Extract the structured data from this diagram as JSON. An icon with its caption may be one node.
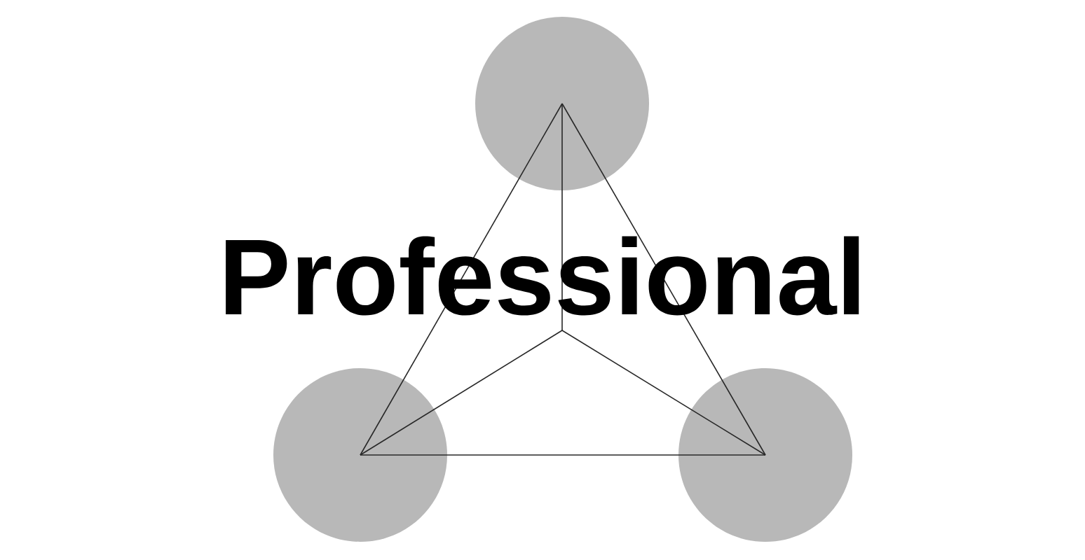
{
  "diagram": {
    "nodes": [
      {
        "text": [],
        "shape": "circle"
      },
      {
        "text": [],
        "shape": "circle"
      },
      {
        "text": [],
        "shape": "circle"
      },
      {
        "text": [],
        "shape": "point"
      }
    ],
    "edges": [
      {
        "from": 0,
        "to": 1,
        "arrow": "none"
      },
      {
        "from": 0,
        "to": 2,
        "arrow": "none"
      },
      {
        "from": 1,
        "to": 2,
        "arrow": "none"
      },
      {
        "from": 3,
        "to": 0,
        "arrow": "none"
      },
      {
        "from": 3,
        "to": 1,
        "arrow": "none"
      },
      {
        "from": 3,
        "to": 2,
        "arrow": "none"
      }
    ],
    "labels": [
      "Professional"
    ]
  }
}
